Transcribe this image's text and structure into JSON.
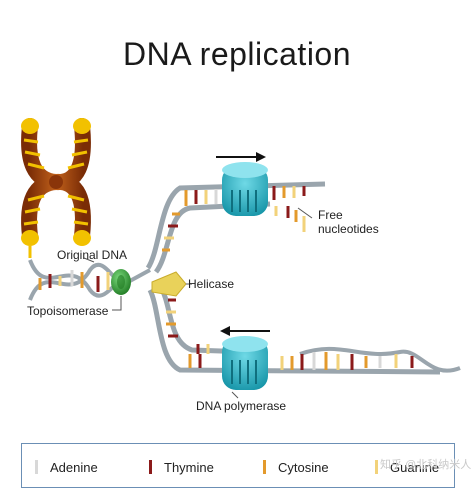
{
  "title": "DNA replication",
  "labels": {
    "original_dna": "Original DNA",
    "helicase": "Helicase",
    "topoisomerase": "Topoisomerase",
    "free_nucleotides_line1": "Free",
    "free_nucleotides_line2": "nucleotides",
    "dna_polymerase": "DNA polymerase"
  },
  "legend": [
    {
      "label": "Adenine",
      "color": "#d8d8d8"
    },
    {
      "label": "Thymine",
      "color": "#8b1a1a"
    },
    {
      "label": "Cytosine",
      "color": "#e39a2c"
    },
    {
      "label": "Guanine",
      "color": "#f2d27a"
    }
  ],
  "watermark": "知乎 @北科纳米人",
  "colors": {
    "backbone": "#9aa5ad",
    "chromosome_brown": "#a0430f",
    "chromosome_yellow": "#f2c100",
    "polymerase": "#2cb7c9",
    "topoisomerase": "#3daa3f",
    "helicase": "#e9d25a",
    "legend_border": "#6b8fb5"
  }
}
